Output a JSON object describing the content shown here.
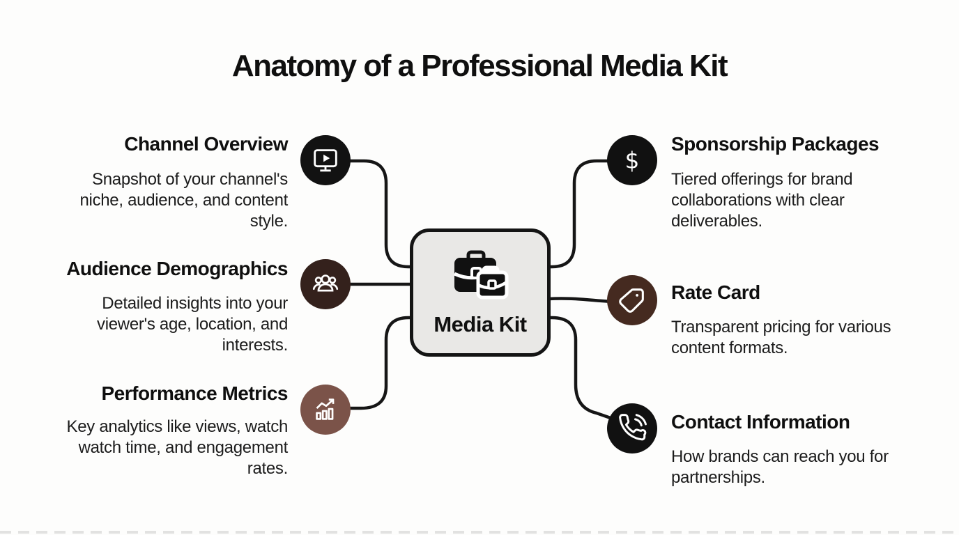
{
  "title": "Anatomy of a Professional Media Kit",
  "center": {
    "label": "Media Kit",
    "icon": "briefcases-icon",
    "fill": "#e9e8e6",
    "border": "#141414"
  },
  "nodes": [
    {
      "id": "channel-overview",
      "side": "left",
      "title": "Channel Overview",
      "description": "Snapshot of your channel's niche, audience, and content style.",
      "icon": "monitor-play-icon",
      "icon_bg": "#121212"
    },
    {
      "id": "audience-demographics",
      "side": "left",
      "title": "Audience Demographics",
      "description": "Detailed insights into your viewer's age, location, and interests.",
      "icon": "people-group-icon",
      "icon_bg": "#34211c"
    },
    {
      "id": "performance-metrics",
      "side": "left",
      "title": "Performance Metrics",
      "description": "Key analytics like views, watch watch time, and engagement rates.",
      "icon": "bar-chart-growth-icon",
      "icon_bg": "#7b5349"
    },
    {
      "id": "sponsorship-packages",
      "side": "right",
      "title": "Sponsorship Packages",
      "description": "Tiered offerings for brand collaborations with clear deliverables.",
      "icon": "dollar-sign-icon",
      "icon_bg": "#111111"
    },
    {
      "id": "rate-card",
      "side": "right",
      "title": "Rate Card",
      "description": "Transparent pricing for various content formats.",
      "icon": "price-tag-icon",
      "icon_bg": "#452a20"
    },
    {
      "id": "contact-information",
      "side": "right",
      "title": "Contact Information",
      "description": "How brands can reach you for partnerships.",
      "icon": "phone-icon",
      "icon_bg": "#111111"
    }
  ],
  "colors": {
    "background": "#fdfdfc",
    "text": "#151515",
    "line": "#161616"
  }
}
